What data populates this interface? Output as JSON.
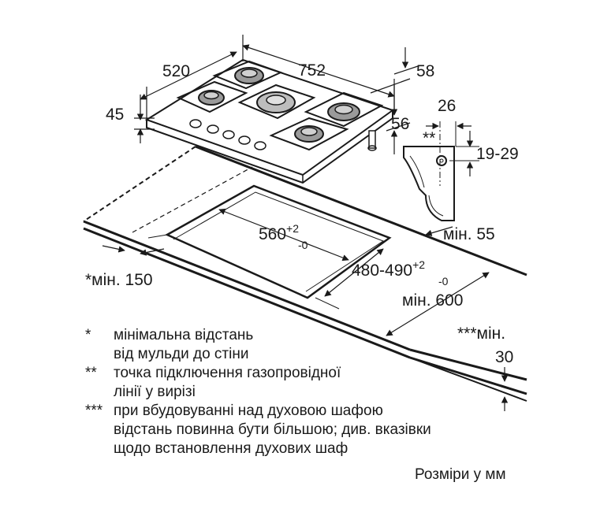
{
  "dimensions": {
    "width": "752",
    "depth": "520",
    "height": "45",
    "right_offset": "58",
    "right_height": "56",
    "detail_width": "26",
    "detail_marker": "**",
    "detail_range": "19-29",
    "cutout_width": "560",
    "cutout_width_tol_plus": "+2",
    "cutout_width_tol_minus": "-0",
    "cutout_depth": "480-490",
    "cutout_depth_tol_plus": "+2",
    "cutout_depth_tol_minus": "-0",
    "min_front": "мін. 55",
    "min_wall": "*мін. 150",
    "min_back": "мін. 600",
    "min_thickness_label": "***мін.",
    "min_thickness_value": "30"
  },
  "notes": [
    {
      "mark": "*",
      "lines": [
        "мінімальна відстань",
        "від мульди до стіни"
      ]
    },
    {
      "mark": "**",
      "lines": [
        "точка підключення газопровідної",
        "лінії у вирізі"
      ]
    },
    {
      "mark": "***",
      "lines": [
        "при вбудовуванні над духовою шафою",
        "відстань повинна бути більшою; див. вказівки",
        "щодо встановлення духових шаф"
      ]
    }
  ],
  "units_note": "Розміри у мм"
}
